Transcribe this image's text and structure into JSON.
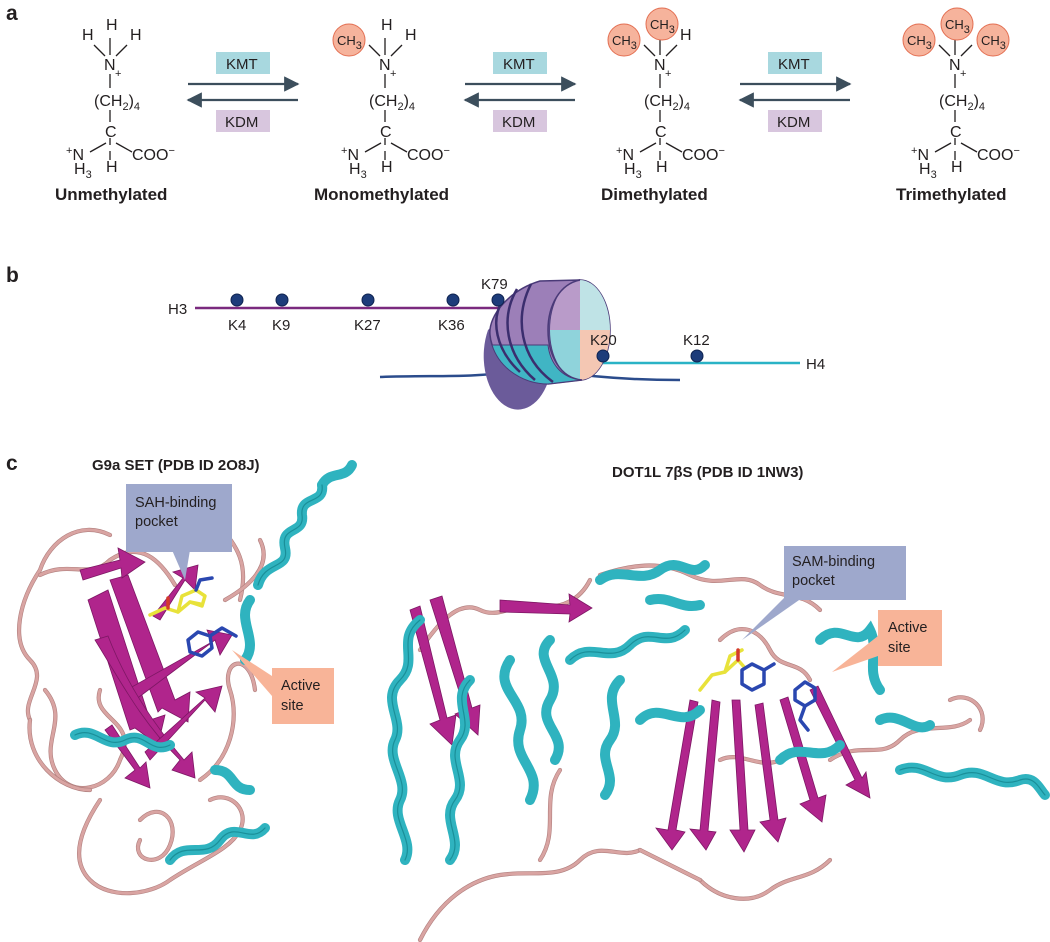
{
  "panel_a": {
    "label": "a",
    "states": [
      {
        "title": "Unmethylated"
      },
      {
        "title": "Monomethylated"
      },
      {
        "title": "Dimethylated"
      },
      {
        "title": "Trimethylated"
      }
    ],
    "chem": {
      "H": "H",
      "N": "N",
      "plus": "+",
      "C": "C",
      "ch2": "(CH",
      "ch2_sub": "2",
      "ch2_close": ")",
      "ch2_n": "4",
      "nh3_plus": "+",
      "nh3_N": "N",
      "nh3_H": "H",
      "nh3_sub": "3",
      "coo": "COO",
      "minus": "−",
      "ch3": "CH",
      "ch3_sub": "3"
    },
    "forward_enzyme": "KMT",
    "reverse_enzyme": "KDM",
    "colors": {
      "kmt_box": "#a8d8df",
      "kdm_box": "#d8c6de",
      "methyl": "#f6b39c",
      "arrow": "#3c4e5c"
    }
  },
  "panel_b": {
    "label": "b",
    "h3_label": "H3",
    "h4_label": "H4",
    "h3_sites": [
      "K4",
      "K9",
      "K27",
      "K36",
      "K79"
    ],
    "h4_sites": [
      "K20",
      "K12"
    ],
    "colors": {
      "h3": "#7a2a7f",
      "h4": "#2ab3c6",
      "site": "#1d3c7a",
      "dna": "#2b4c8c"
    }
  },
  "panel_c": {
    "label": "c",
    "left": {
      "title": "G9a SET (PDB ID 2O8J)",
      "pocket_callout": [
        "SAH-binding",
        "pocket"
      ],
      "active_callout": [
        "Active",
        "site"
      ]
    },
    "right": {
      "title": "DOT1L 7βS (PDB ID 1NW3)",
      "pocket_callout": [
        "SAM-binding",
        "pocket"
      ],
      "active_callout": [
        "Active",
        "site"
      ]
    },
    "colors": {
      "helix": "#2fb3bf",
      "sheet": "#b0258c",
      "coil": "#d9a4a2",
      "pocket_box": "#9ea8cc",
      "active_box": "#f8b498",
      "ligand": "#e8e23a",
      "residue": "#2a47b0"
    }
  }
}
